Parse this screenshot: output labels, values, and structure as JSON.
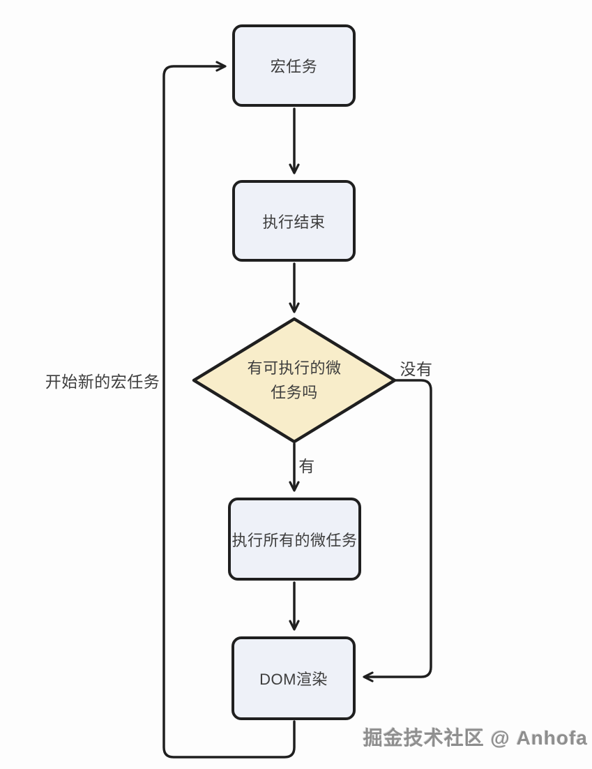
{
  "diagram": {
    "type": "flowchart",
    "nodes": {
      "macro_task": {
        "label": "宏任务",
        "shape": "rounded-rect"
      },
      "exec_end": {
        "label": "执行结束",
        "shape": "rounded-rect"
      },
      "micro_task_check": {
        "label": "有可执行的微\n任务吗",
        "shape": "diamond"
      },
      "exec_all_micro": {
        "label": "执行所有的微任务",
        "shape": "rounded-rect"
      },
      "dom_render": {
        "label": "DOM渲染",
        "shape": "rounded-rect"
      }
    },
    "edge_labels": {
      "yes": "有",
      "no": "没有",
      "restart": "开始新的宏任务"
    },
    "edges": [
      {
        "from": "macro_task",
        "to": "exec_end",
        "label": ""
      },
      {
        "from": "exec_end",
        "to": "micro_task_check",
        "label": ""
      },
      {
        "from": "micro_task_check",
        "to": "exec_all_micro",
        "label": "有"
      },
      {
        "from": "micro_task_check",
        "to": "dom_render",
        "label": "没有"
      },
      {
        "from": "exec_all_micro",
        "to": "dom_render",
        "label": ""
      },
      {
        "from": "dom_render",
        "to": "macro_task",
        "label": "开始新的宏任务"
      }
    ]
  },
  "watermark": {
    "text": "掘金技术社区 @ Anhofa"
  },
  "colors": {
    "background": "#fdfdfd",
    "node_fill": "#eef1f8",
    "decision_fill": "#f8edca",
    "stroke": "#1f1f1f",
    "text": "#3d3d3d"
  }
}
